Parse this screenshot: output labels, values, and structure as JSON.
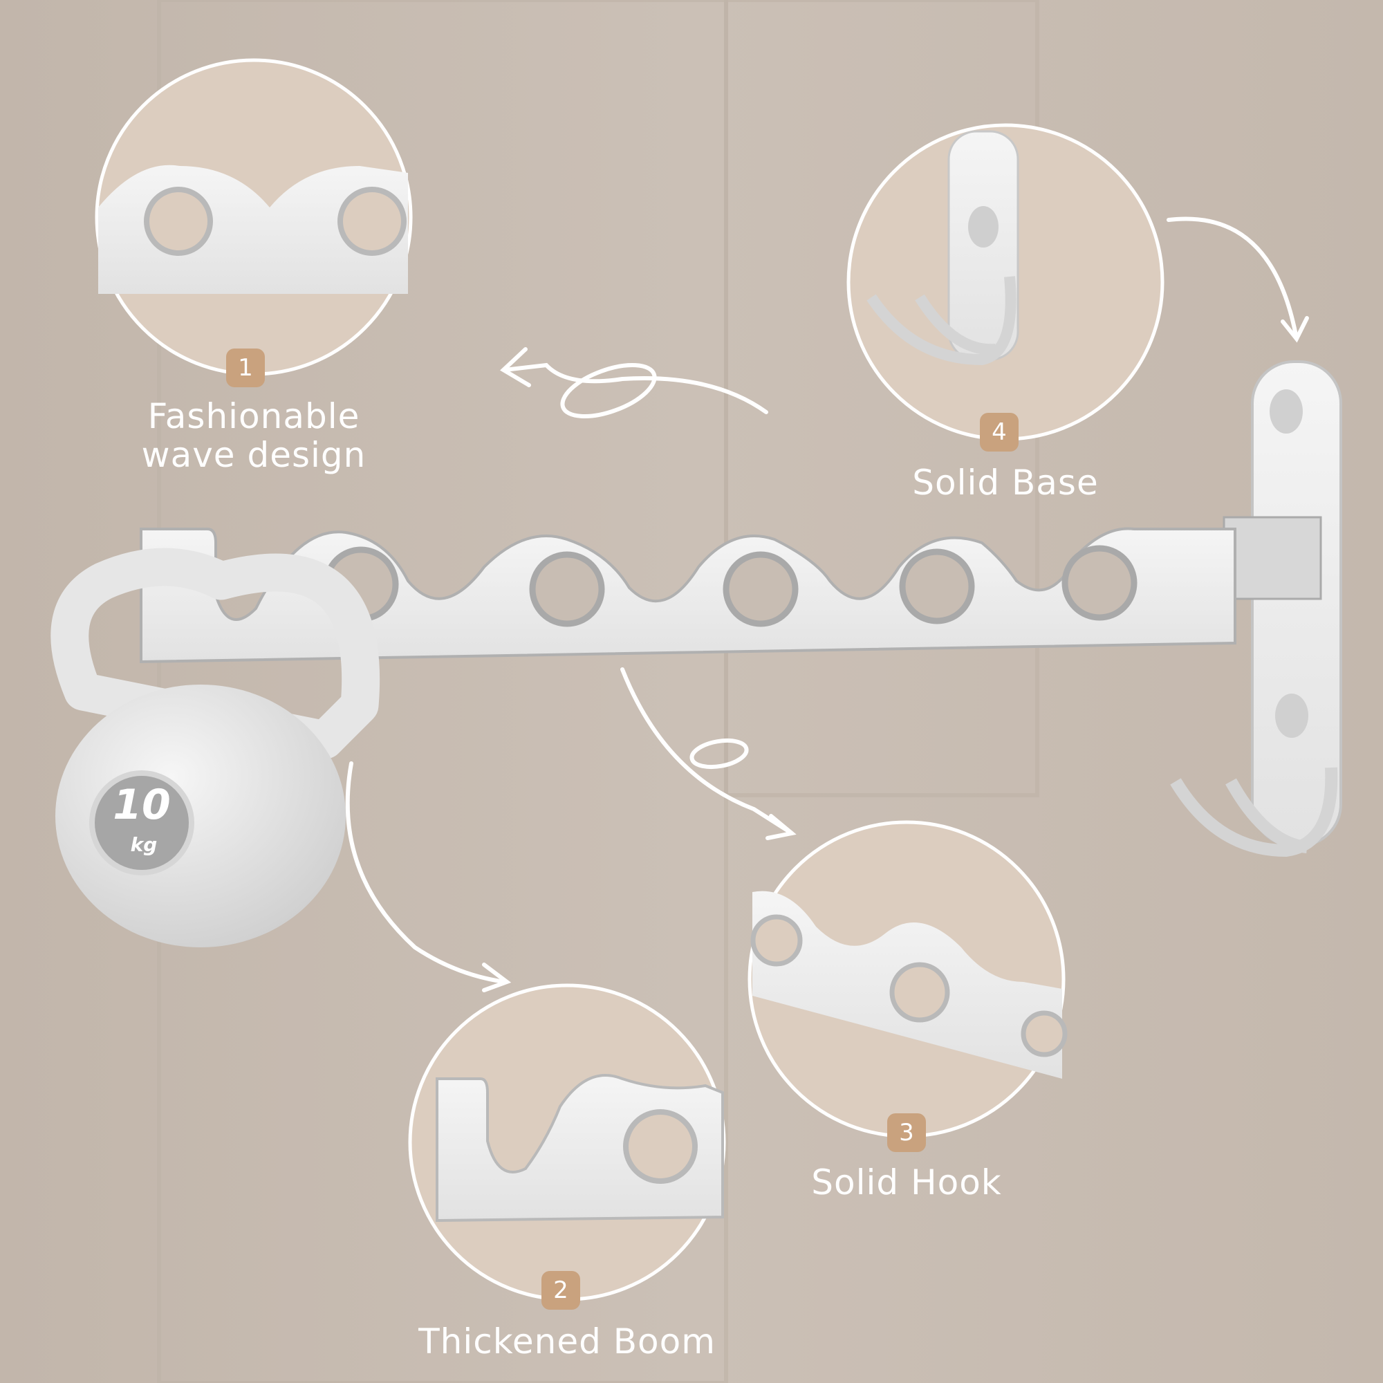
{
  "features": [
    {
      "number": "1",
      "title_line1": "Fashionable",
      "title_line2": "wave design"
    },
    {
      "number": "2",
      "title_line1": "Thickened Boom"
    },
    {
      "number": "3",
      "title_line1": "Solid Hook"
    },
    {
      "number": "4",
      "title_line1": "Solid Base"
    }
  ],
  "kettlebell": {
    "weight": "10",
    "unit": "kg"
  },
  "colors": {
    "background": "#c8bdb3",
    "circle_fill": "#dccdbf",
    "badge": "#c9a27e",
    "metal": "#eeeeee"
  }
}
